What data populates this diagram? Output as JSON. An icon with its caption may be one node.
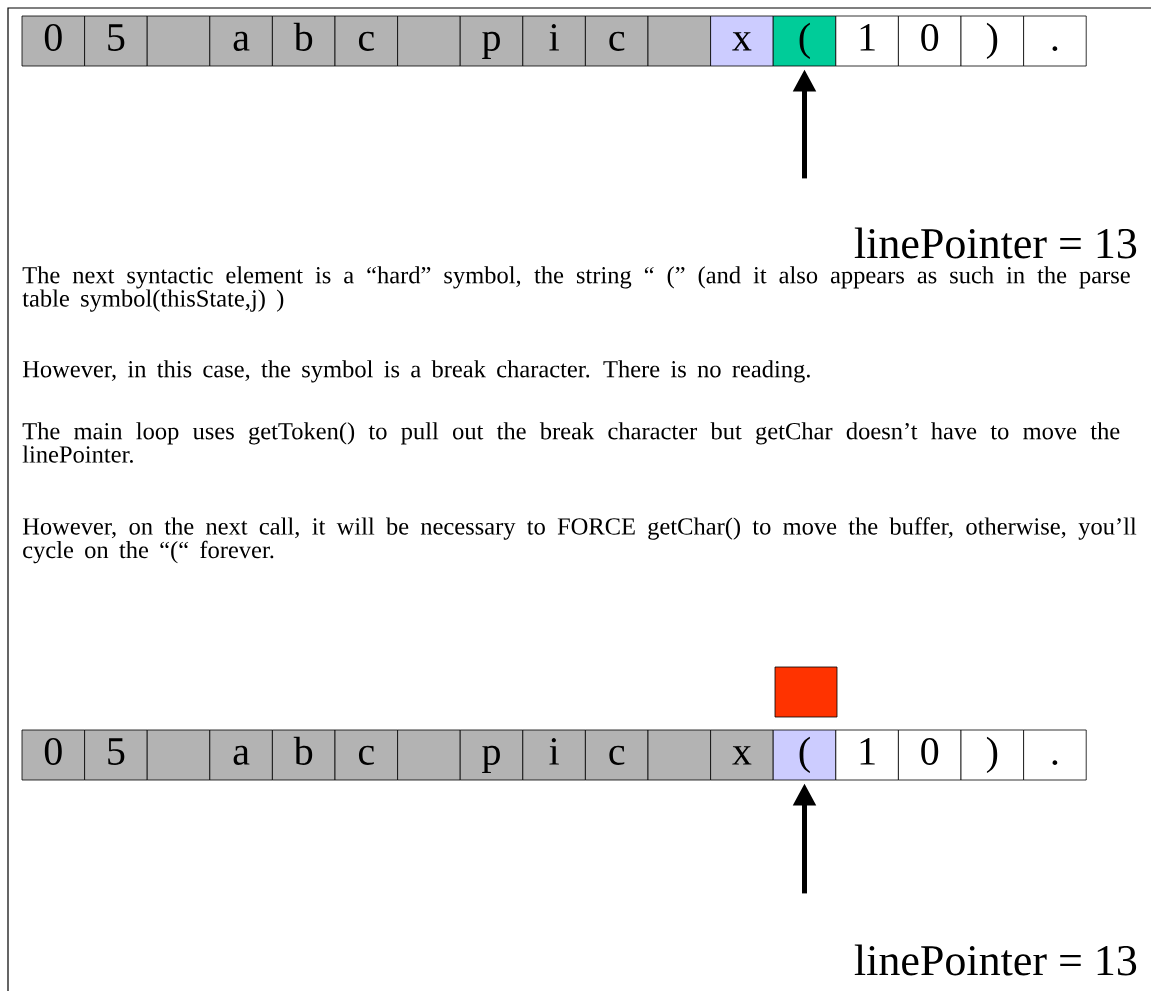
{
  "diagram": {
    "nodes": [
      {
        "text": [
          "0"
        ]
      },
      {
        "text": [
          "5"
        ]
      },
      {
        "text": [],
        "shape": "box"
      },
      {
        "text": [
          "a"
        ]
      },
      {
        "text": [
          "b"
        ]
      },
      {
        "text": [
          "c"
        ]
      },
      {
        "text": [],
        "shape": "box"
      },
      {
        "text": [
          "p"
        ]
      },
      {
        "text": [
          "i"
        ]
      },
      {
        "text": [
          "c"
        ]
      },
      {
        "text": [],
        "shape": "box"
      },
      {
        "text": [
          "x"
        ]
      },
      {
        "text": [
          "("
        ]
      },
      {
        "text": [
          "1"
        ]
      },
      {
        "text": [
          "0"
        ]
      },
      {
        "text": [
          ")"
        ]
      },
      {
        "text": [
          "."
        ]
      },
      {
        "text": [],
        "shape": "box"
      },
      {
        "text": [
          "0"
        ]
      },
      {
        "text": [
          "5"
        ]
      },
      {
        "text": [],
        "shape": "box"
      },
      {
        "text": [
          "a"
        ]
      },
      {
        "text": [
          "b"
        ]
      },
      {
        "text": [
          "c"
        ]
      },
      {
        "text": [],
        "shape": "box"
      },
      {
        "text": [
          "p"
        ]
      },
      {
        "text": [
          "i"
        ]
      },
      {
        "text": [
          "c"
        ]
      },
      {
        "text": [],
        "shape": "box"
      },
      {
        "text": [
          "x"
        ]
      },
      {
        "text": [
          "("
        ]
      },
      {
        "text": [
          "1"
        ]
      },
      {
        "text": [
          "0"
        ]
      },
      {
        "text": [
          ")"
        ]
      },
      {
        "text": [
          "."
        ]
      }
    ],
    "edges": [
      {
        "from": null,
        "to": 12,
        "arrow": "to"
      },
      {
        "from": null,
        "to": 30,
        "arrow": "to"
      }
    ],
    "labels": [
      "linePointer = 13",
      "The next syntactic element is a “hard” symbol, the string “ (” (and it also appears as such in the parse table symbol(thisState,j) )",
      "However, in this case, the symbol is a break character.  There is no reading.",
      "The main loop uses getToken() to pull out the break character but getChar doesn’t have to move the linePointer.",
      "However, on the next call, it will be necessary to FORCE getChar() to move the buffer, otherwise, you’ll cycle on the “(“ forever.",
      "linePointer = 13"
    ]
  }
}
